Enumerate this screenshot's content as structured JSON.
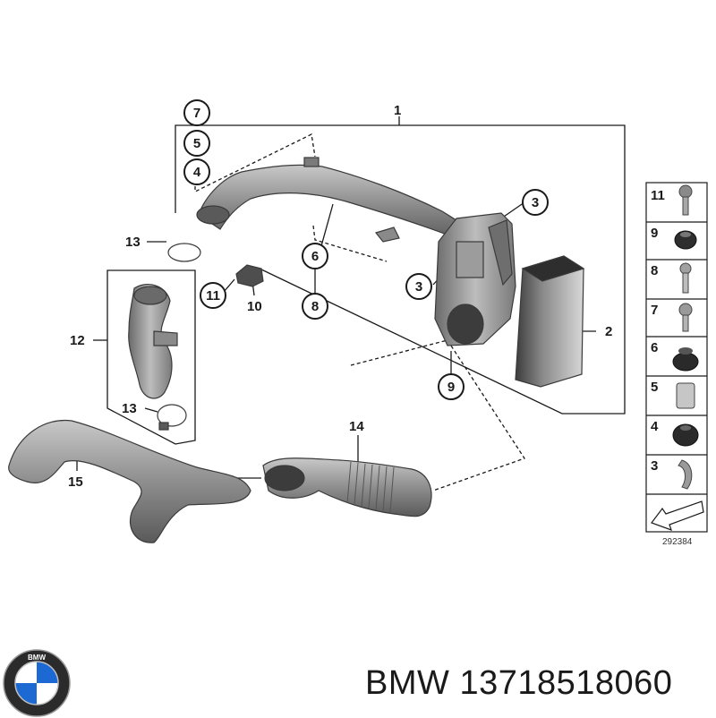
{
  "diagram": {
    "callouts": {
      "c1": "1",
      "c2": "2",
      "c3a": "3",
      "c3b": "3",
      "c4": "4",
      "c5": "5",
      "c6": "6",
      "c7": "7",
      "c8": "8",
      "c9": "9",
      "c10": "10",
      "c11": "11",
      "c12": "12",
      "c13a": "13",
      "c13b": "13",
      "c14": "14",
      "c15": "15"
    },
    "legend": [
      "11",
      "9",
      "8",
      "7",
      "6",
      "5",
      "4",
      "3"
    ],
    "reference_number": "292384"
  },
  "footer": {
    "brand": "BMW",
    "part_number": "13718518060",
    "logo_letters": "BMW"
  },
  "colors": {
    "part_fill": "#9a9a9a",
    "part_dark": "#5c5c5c",
    "line": "#1a1a1a",
    "logo_blue": "#1c69d4"
  }
}
